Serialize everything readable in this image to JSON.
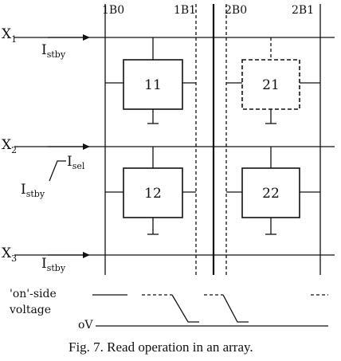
{
  "figure": {
    "bitlines": [
      "1B0",
      "1B1",
      "2B0",
      "2B1"
    ],
    "rows": [
      {
        "word": "X",
        "index": "1",
        "current_main": "I",
        "current_sub": "stby"
      },
      {
        "word": "X",
        "index": "2",
        "current_main": "I",
        "current_sub": "sel",
        "current2_main": "I",
        "current2_sub": "stby"
      },
      {
        "word": "X",
        "index": "3",
        "current_main": "I",
        "current_sub": "stby"
      }
    ],
    "cells": [
      "11",
      "21",
      "12",
      "22"
    ],
    "waveform": {
      "label_line1": "'on'-side",
      "label_line2": "voltage",
      "zero_label": "oV"
    },
    "caption": "Fig. 7.  Read operation in an array."
  }
}
